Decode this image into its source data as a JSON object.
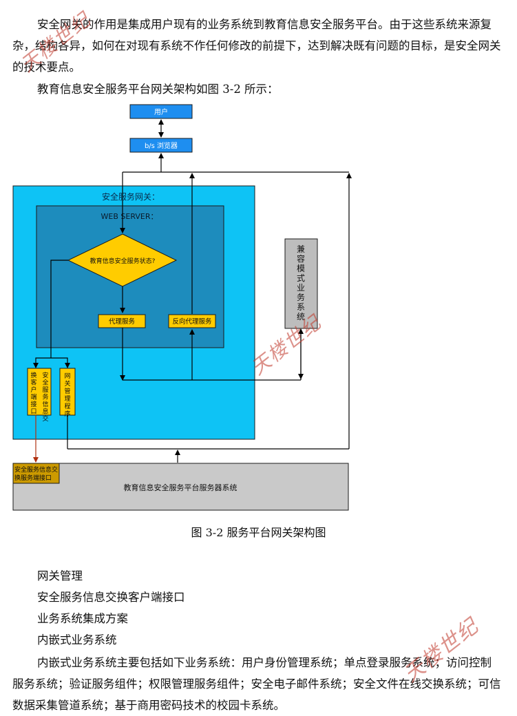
{
  "intro": {
    "para1": "安全网关的作用是集成用户现有的业务系统到教育信息安全服务平台。由于这些系统来源复杂，结构各异，如何在对现有系统不作任何修改的前提下，达到解决既有问题的目标，是安全网关的技术要点。",
    "para2": "教育信息安全服务平台网关架构如图 3-2 所示："
  },
  "diagram": {
    "user": "用户",
    "browser": "b/s 浏览器",
    "gateway": "安全服务网关：",
    "webserver": "WEB SERVER：",
    "decision": "教育信息安全服务状态?",
    "proxy": "代理服务",
    "reverse_proxy": "反向代理服务",
    "client_iface": "安全服务信息交换客户端接口",
    "gw_mgmt": "网关管理程序",
    "compat": "兼容模式业务系统",
    "server_iface": "安全服务信息交换服务端接口",
    "server_system": "教育信息安全服务平台服务器系统"
  },
  "caption": "图 3-2 服务平台网关架构图",
  "items": [
    "网关管理",
    "安全服务信息交换客户端接口",
    "业务系统集成方案",
    "内嵌式业务系统"
  ],
  "embedded": "内嵌式业务系统主要包括如下业务系统：用户身份管理系统；单点登录服务系统；访问控制服务系统；验证服务组件；权限管理服务组件；安全电子邮件系统；安全文件在线交换系统；可信数据采集管道系统；基于商用密码技术的校园卡系统。",
  "watermark": "天楼世纪",
  "colors": {
    "outer": "#0ec3f5",
    "inner": "#1d8cbd",
    "node_yellow": "#ffcc00",
    "browser_blue": "#1e8ef0",
    "gray": "#bdbdbd"
  }
}
